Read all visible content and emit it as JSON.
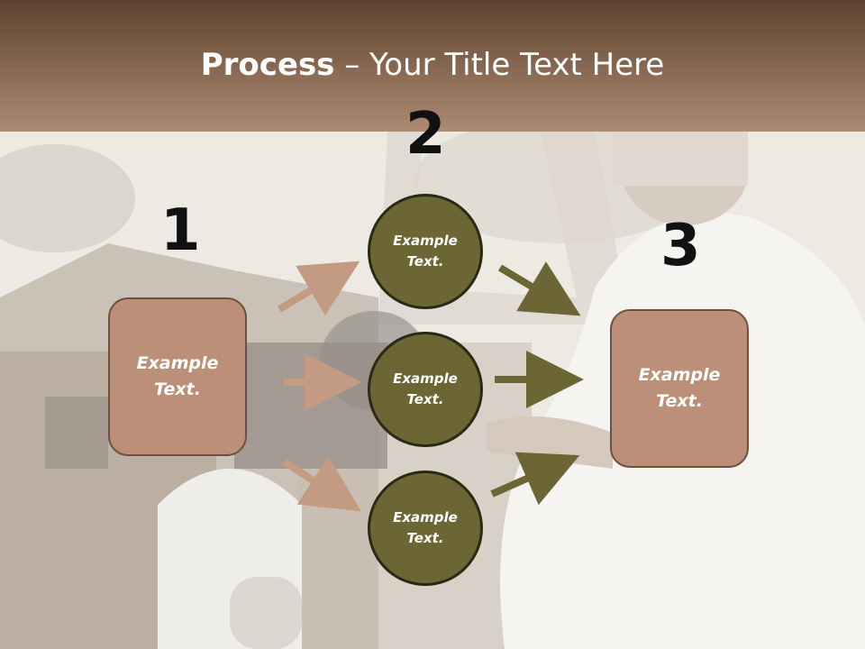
{
  "title": {
    "bold": "Process",
    "rest": " – Your Title Text Here"
  },
  "steps": [
    {
      "number": "1",
      "label": "Example Text."
    },
    {
      "number": "2"
    },
    {
      "number": "3",
      "label": "Example Text."
    }
  ],
  "circles": [
    {
      "label": "Example Text."
    },
    {
      "label": "Example Text."
    },
    {
      "label": "Example Text."
    }
  ],
  "colors": {
    "header": "#8a6a54",
    "box": "#bc9078",
    "circle": "#6b6634",
    "arrow_left": "#c39a82",
    "arrow_right": "#6b6634"
  }
}
